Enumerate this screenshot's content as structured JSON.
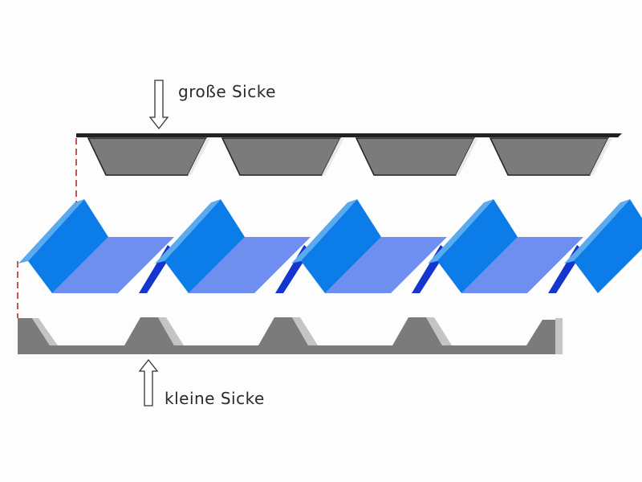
{
  "labels": {
    "top": "große Sicke",
    "bottom": "kleine Sicke"
  },
  "colors": {
    "profile_gray": "#7b7b7b",
    "profile_light": "#c4c4c4",
    "blue_face": "#0c7ce8",
    "blue_edge": "#5aaaf0",
    "blue_valley": "#6f8ff0",
    "blue_shadow": "#1436cf",
    "dash_red": "#b02020"
  },
  "profile": {
    "top_trapezoids": 4,
    "blue_ridges": 5,
    "bottom_bumps": 4
  }
}
